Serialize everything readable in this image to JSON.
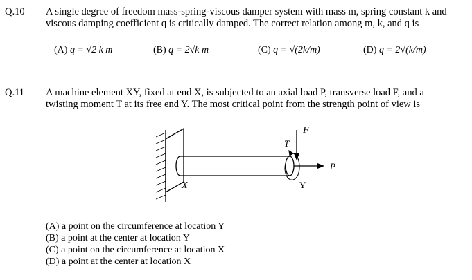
{
  "q10": {
    "number": "Q.10",
    "text_line1": "A single degree of freedom mass-spring-viscous damper system with mass m, spring constant k and",
    "text_line2": "viscous damping coefficient q is critically damped. The correct relation among m, k, and q is",
    "options": {
      "a_label": "(A)",
      "a_expr": "q = √2 k m",
      "b_label": "(B)",
      "b_expr": "q = 2√k m",
      "c_label": "(C)",
      "c_expr": "q = √(2k/m)",
      "d_label": "(D)",
      "d_expr": "q = 2√(k/m)"
    }
  },
  "q11": {
    "number": "Q.11",
    "text_line1": "A machine element XY, fixed at end X, is subjected to an axial load P, transverse load F, and a",
    "text_line2": "twisting moment T at its free end Y. The most critical point from the strength point of view is",
    "figure_labels": {
      "F": "F",
      "T": "T",
      "P": "P",
      "X": "X",
      "Y": "Y"
    },
    "answers": {
      "a": "(A) a point on the circumference at location Y",
      "b": "(B) a point at the center at location Y",
      "c": "(C) a point on the circumference at location X",
      "d": "(D) a point at the center at location X"
    }
  }
}
